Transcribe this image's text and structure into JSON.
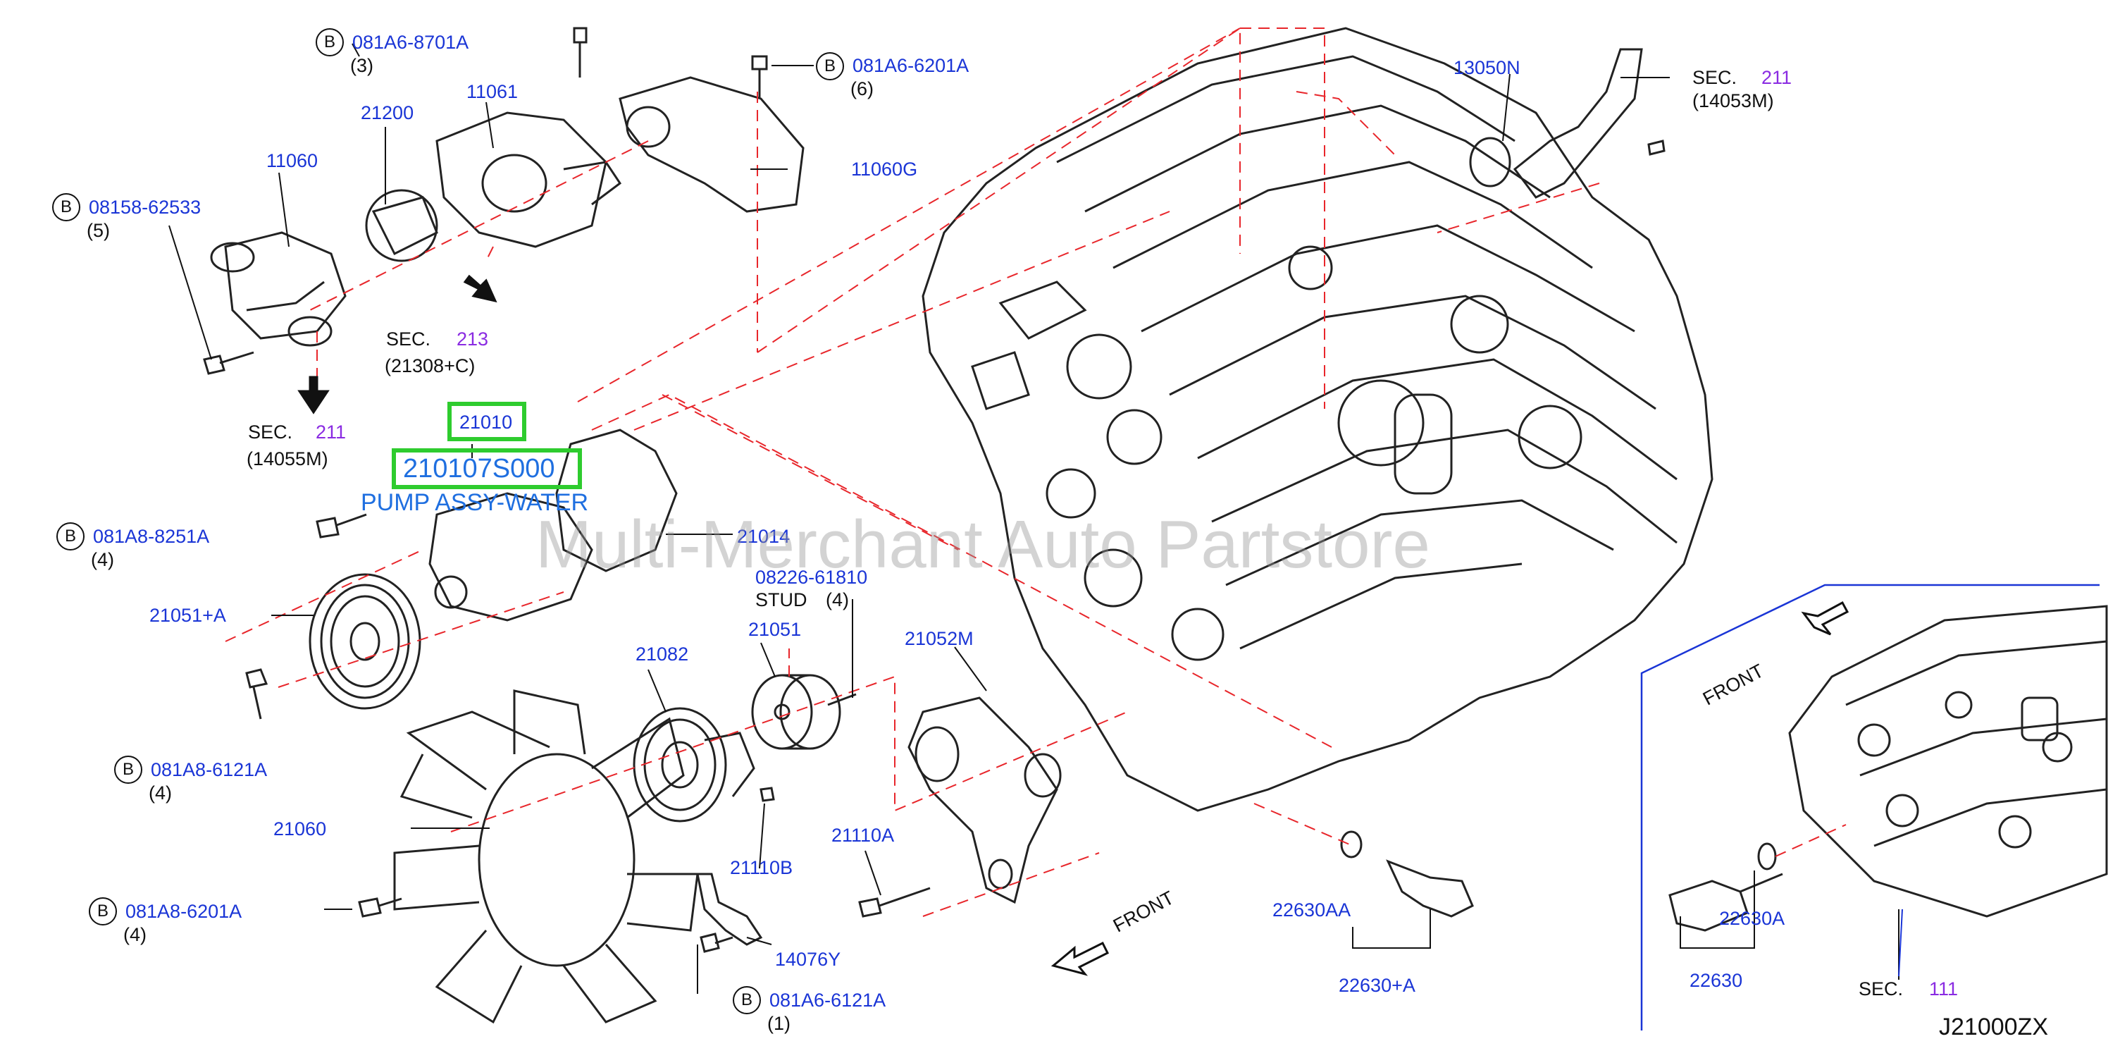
{
  "diagram_id": "J21000ZX",
  "watermark": "Multi-Merchant Auto Partstore",
  "highlight": {
    "part": "21010",
    "number": "210107S000",
    "description": "PUMP ASSY-WATER"
  },
  "colors": {
    "part_number": "#1a35d6",
    "section_number": "#8a2be2",
    "highlight_box": "#2ecc2e",
    "highlight_text": "#1f6fe0",
    "leader_dashed": "#e8262b"
  },
  "bolt_symbol": "B",
  "parts": {
    "p_081a6_8701a": {
      "num": "081A6-8701A",
      "qty": "(3)"
    },
    "p_081a6_6201a": {
      "num": "081A6-6201A",
      "qty": "(6)"
    },
    "p_081a8_8251a": {
      "num": "081A8-8251A",
      "qty": "(4)"
    },
    "p_081a8_6121a": {
      "num": "081A8-6121A",
      "qty": "(4)"
    },
    "p_081a8_6201a": {
      "num": "081A8-6201A",
      "qty": "(4)"
    },
    "p_081a6_6121a": {
      "num": "081A6-6121A",
      "qty": "(1)"
    },
    "p_08158_62533": {
      "num": "08158-62533",
      "qty": "(5)"
    },
    "p_08226_61810": {
      "num": "08226-61810",
      "extra": "STUD",
      "qty": "(4)"
    },
    "p_11060": "11060",
    "p_11061": "11061",
    "p_21200": "21200",
    "p_11060g": "11060G",
    "p_13050n": "13050N",
    "p_21014": "21014",
    "p_21051a": "21051+A",
    "p_21051": "21051",
    "p_21082": "21082",
    "p_21052m": "21052M",
    "p_21060": "21060",
    "p_21110b": "21110B",
    "p_21110a": "21110A",
    "p_14076y": "14076Y",
    "p_22630aa": "22630AA",
    "p_22630a_plus": "22630+A",
    "p_22630a": "22630A",
    "p_22630": "22630"
  },
  "sections": {
    "s211_top": {
      "label": "SEC.",
      "num": "211",
      "ref": "(14053M)"
    },
    "s213": {
      "label": "SEC.",
      "num": "213",
      "ref": "(21308+C)"
    },
    "s211_left": {
      "label": "SEC.",
      "num": "211",
      "ref": "(14055M)"
    },
    "s111": {
      "label": "SEC.",
      "num": "111"
    }
  },
  "front_labels": {
    "main": "FRONT",
    "inset": "FRONT"
  }
}
